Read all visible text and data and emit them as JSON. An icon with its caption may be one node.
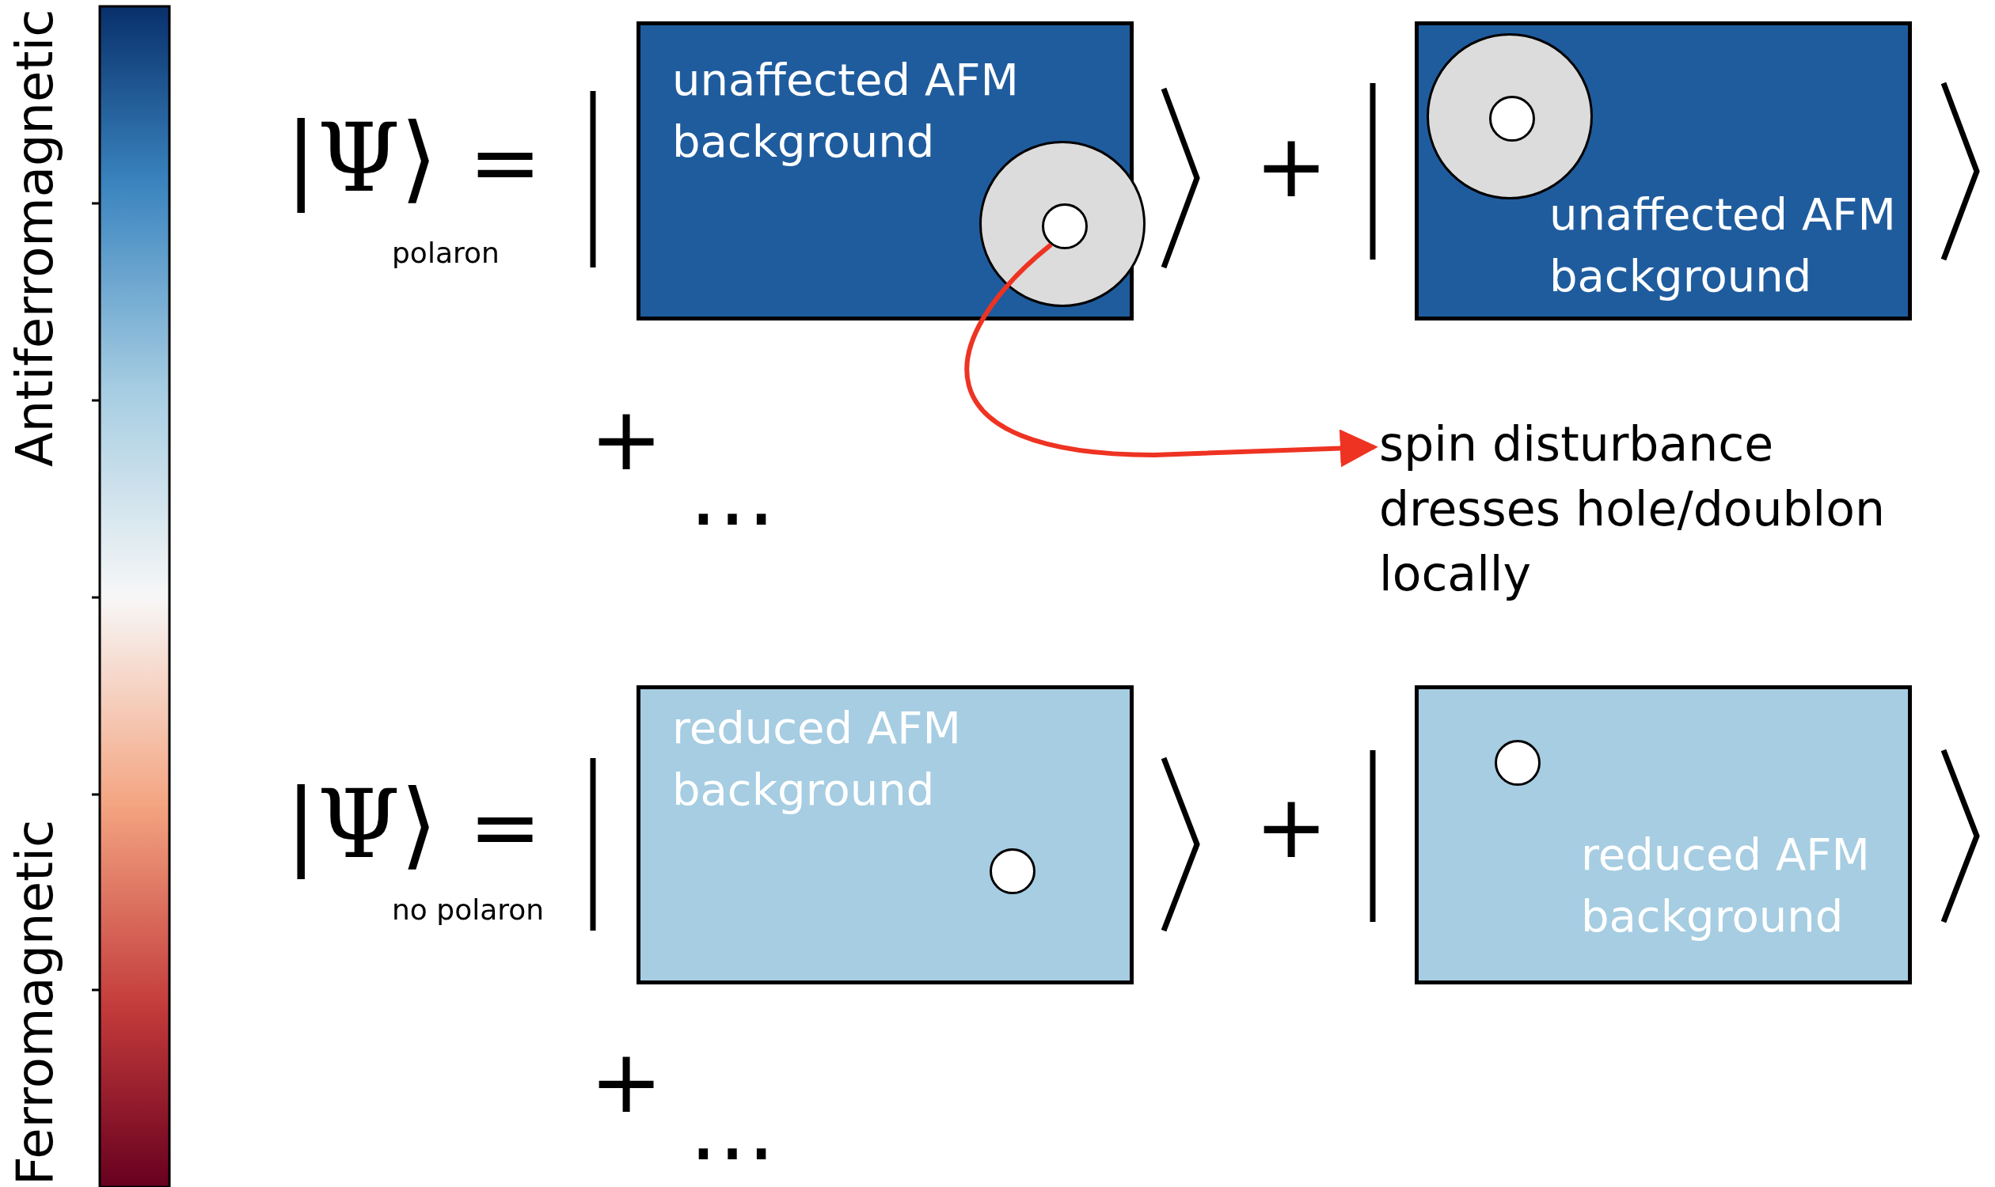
{
  "diagram": {
    "nodes": [
      {
        "text": [
          "unaffected AFM background"
        ]
      },
      {
        "text": [],
        "shape": "circle",
        "in": 0
      },
      {
        "text": [],
        "shape": "circle",
        "in": 1
      },
      {
        "text": [
          "unaffected AFM background"
        ]
      },
      {
        "text": [],
        "shape": "circle",
        "in": 3
      },
      {
        "text": [],
        "shape": "circle",
        "in": 4
      },
      {
        "text": [
          "spin disturbance dresses hole/doublon locally"
        ]
      },
      {
        "text": [
          "reduced AFM background"
        ]
      },
      {
        "text": [],
        "shape": "circle",
        "in": 7
      },
      {
        "text": [
          "reduced AFM background"
        ]
      },
      {
        "text": [],
        "shape": "circle",
        "in": 9
      }
    ],
    "edges": [
      {
        "from": 2,
        "to": 6,
        "arrow": "to",
        "color": "#ee3322"
      }
    ],
    "labels": [
      "|Ψ⟩",
      "=",
      "polaron",
      "+",
      "+",
      "…",
      "|Ψ⟩",
      "=",
      "no polaron",
      "+",
      "+",
      "…"
    ],
    "legend": [
      {
        "text": "Antiferromagnetic",
        "color": "#08306b"
      },
      {
        "text": "Ferromagnetic",
        "color": "#67001f"
      }
    ]
  }
}
